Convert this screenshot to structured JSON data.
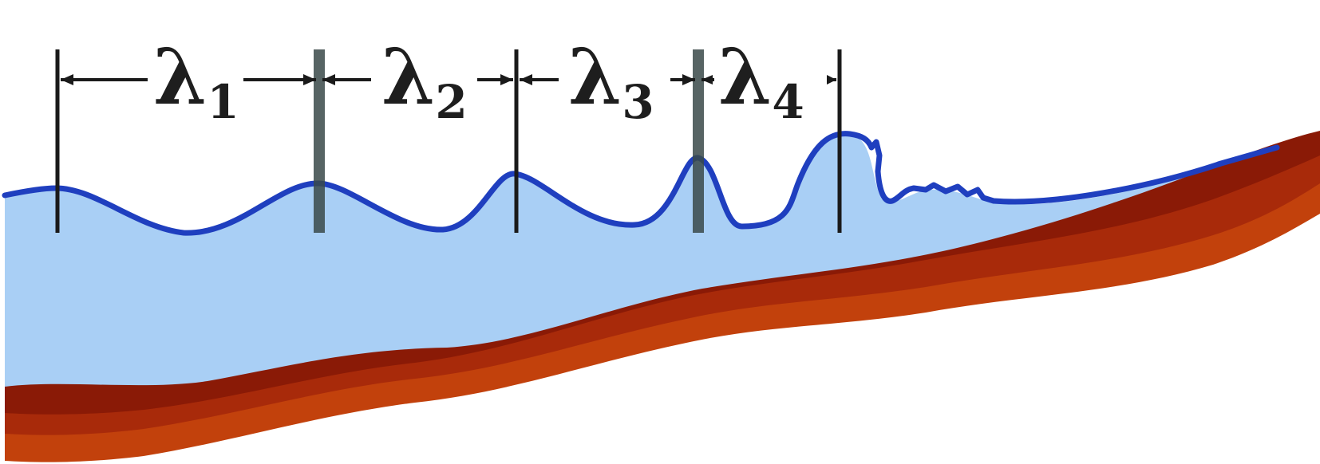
{
  "colors": {
    "water": "#a9cff5",
    "wave_line": "#1f3fbf",
    "seabed_dark": "#8a1a06",
    "seabed_mid": "#a82a0a",
    "seabed_light": "#c2410c",
    "marker": "#1a1a1a"
  },
  "labels": [
    {
      "symbol": "λ",
      "subscript": "1"
    },
    {
      "symbol": "λ",
      "subscript": "2"
    },
    {
      "symbol": "λ",
      "subscript": "3"
    },
    {
      "symbol": "λ",
      "subscript": "4"
    }
  ]
}
